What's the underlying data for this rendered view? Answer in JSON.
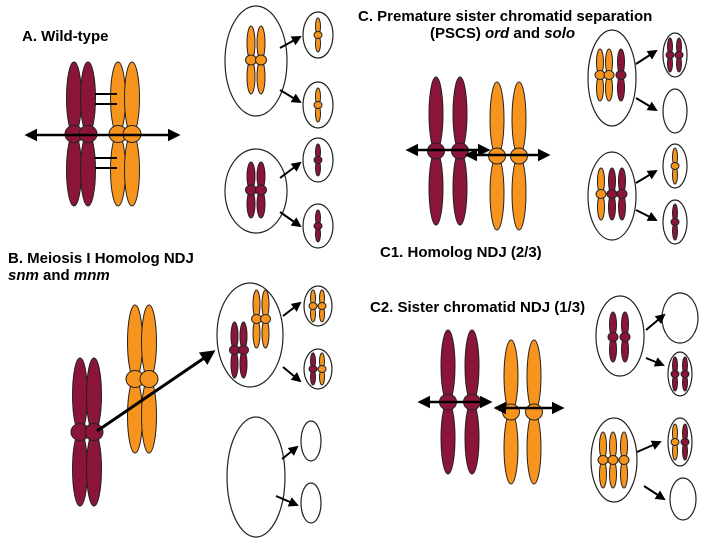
{
  "colors": {
    "maternal": "#8b1538",
    "paternal": "#f7941d",
    "outline": "#222222",
    "arrow": "#000000",
    "background": "#ffffff"
  },
  "labels": {
    "a_title": "A. Wild-type",
    "b_title_line1": "B. Meiosis I Homolog NDJ",
    "b_mutant1": "snm",
    "b_and": " and ",
    "b_mutant2": "mnm",
    "c_title_line1": "C. Premature sister chromatid separation",
    "c_abbrev": "(PSCS) ",
    "c_mutant1": "ord",
    "c_and": " and ",
    "c_mutant2": "solo",
    "c1_title": "C1. Homolog NDJ (2/3)",
    "c2_title": "C2. Sister chromatid NDJ (1/3)"
  }
}
